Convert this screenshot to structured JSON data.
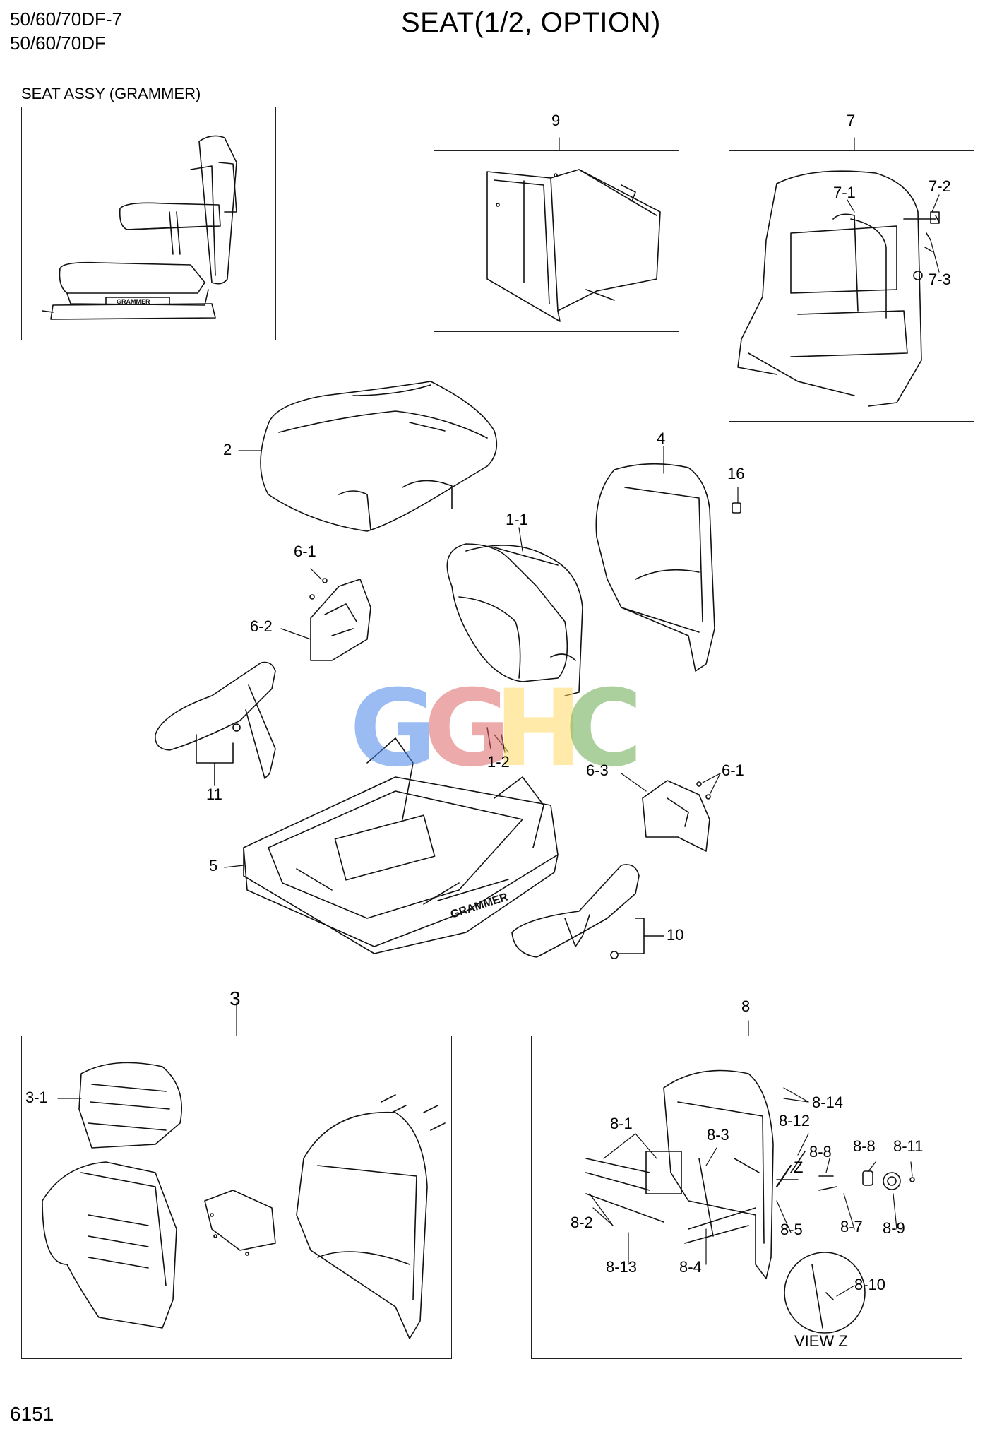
{
  "header": {
    "model_line1": "50/60/70DF-7",
    "model_line2": "50/60/70DF",
    "title": "SEAT(1/2, OPTION)"
  },
  "seat_assy": {
    "caption": "SEAT ASSY (GRAMMER)",
    "brand_mark": "GRAMMER"
  },
  "labels": {
    "p9": "9",
    "p7": "7",
    "p7_1": "7-1",
    "p7_2": "7-2",
    "p7_3": "7-3",
    "p2": "2",
    "p4": "4",
    "p16": "16",
    "p1_1": "1-1",
    "p6_1_top": "6-1",
    "p6_2": "6-2",
    "p1_2": "1-2",
    "p11": "11",
    "p6_3": "6-3",
    "p6_1_right": "6-1",
    "p5": "5",
    "p10": "10",
    "p3": "3",
    "p3_1": "3-1",
    "p8": "8",
    "p8_1": "8-1",
    "p8_2": "8-2",
    "p8_3": "8-3",
    "p8_4": "8-4",
    "p8_5": "8-5",
    "p8_7": "8-7",
    "p8_8a": "8-8",
    "p8_8b": "8-8",
    "p8_9": "8-9",
    "p8_10": "8-10",
    "p8_11": "8-11",
    "p8_12": "8-12",
    "p8_13": "8-13",
    "p8_14": "8-14",
    "z_arrow": "Z",
    "view_z": "VIEW Z"
  },
  "base_brand": "GRAMMER",
  "watermark": {
    "letters": [
      "G",
      "G",
      "H",
      "C"
    ],
    "colors": [
      "#4a86e8",
      "#e06666",
      "#ffd966",
      "#6aa84f"
    ]
  },
  "footer": {
    "page_number": "6151"
  }
}
